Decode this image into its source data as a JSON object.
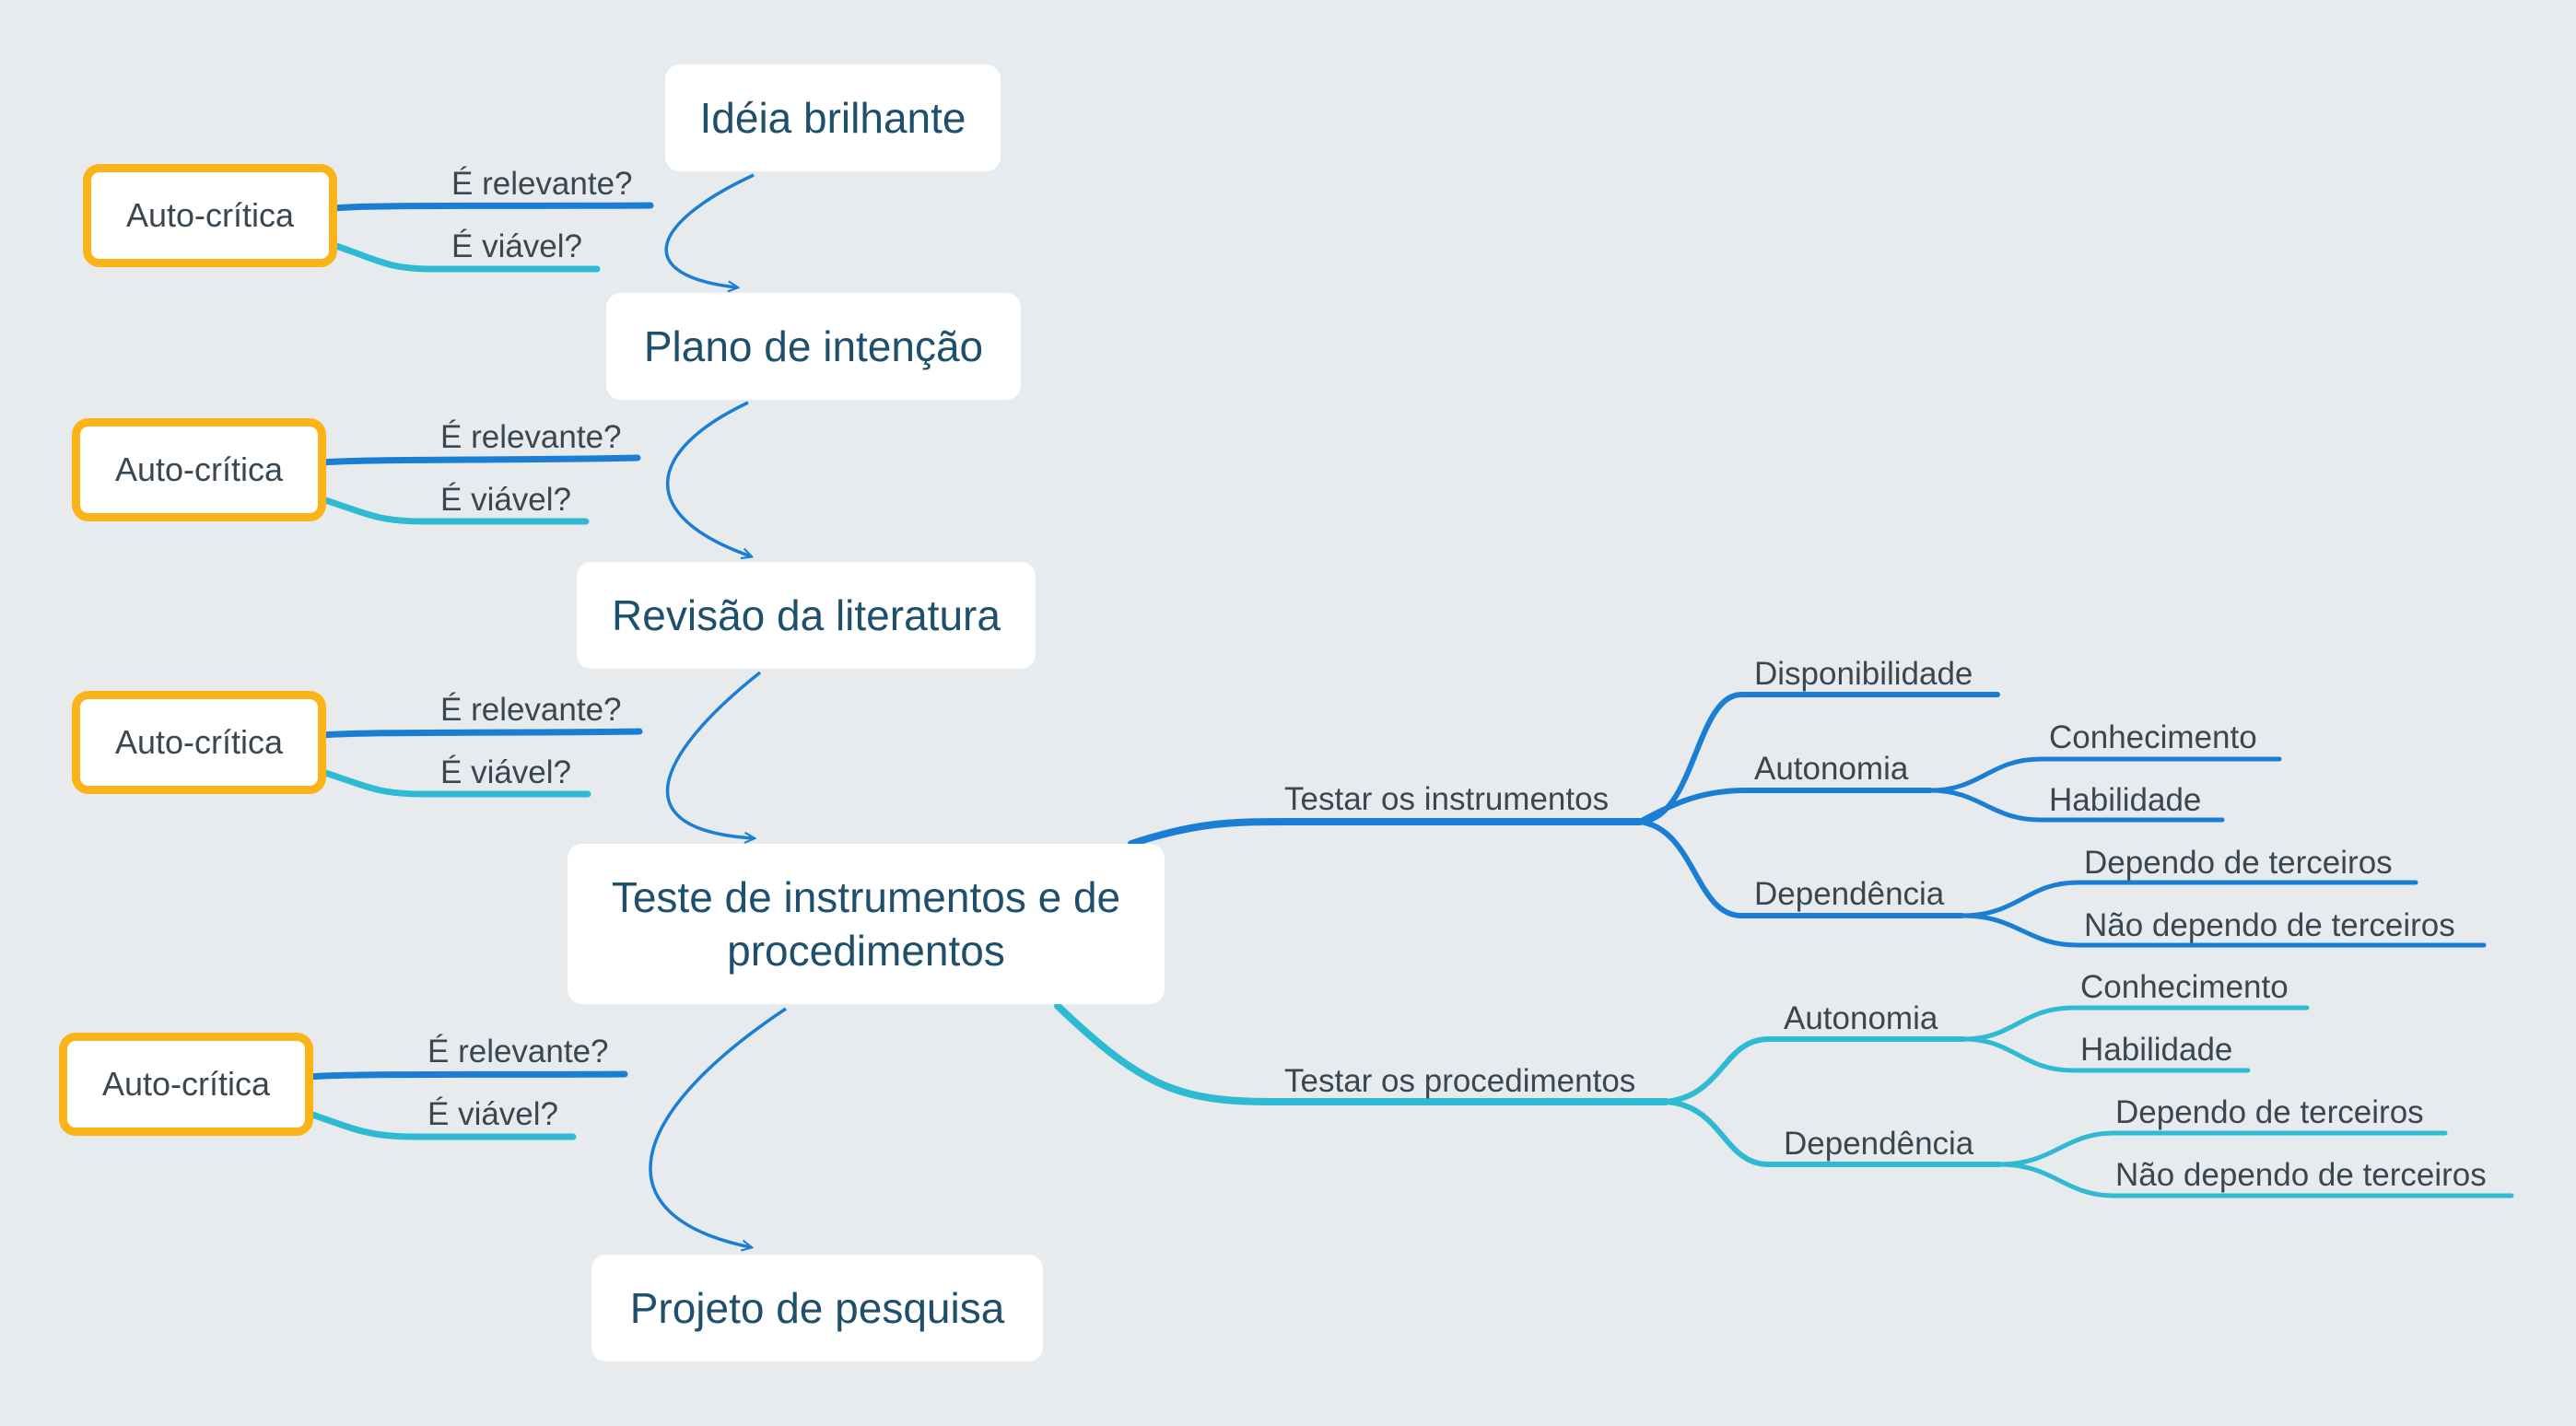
{
  "colors": {
    "background": "#e8ebee",
    "blue": "#1a7fd4",
    "teal": "#2ebad2",
    "critica_border": "#fbb417",
    "node_text": "#1e4f6b"
  },
  "main_nodes": [
    {
      "id": "ideia",
      "label": "Idéia brilhante"
    },
    {
      "id": "plano",
      "label": "Plano de intenção"
    },
    {
      "id": "revisao",
      "label": "Revisão da literatura"
    },
    {
      "id": "teste",
      "line1": "Teste de instrumentos e de",
      "line2": "procedimentos"
    },
    {
      "id": "projeto",
      "label": "Projeto de pesquisa"
    }
  ],
  "criticas": [
    {
      "label": "Auto-crítica",
      "relevante": "É relevante?",
      "viavel": "É viável?"
    },
    {
      "label": "Auto-crítica",
      "relevante": "É relevante?",
      "viavel": "É viável?"
    },
    {
      "label": "Auto-crítica",
      "relevante": "É relevante?",
      "viavel": "É viável?"
    },
    {
      "label": "Auto-crítica",
      "relevante": "É relevante?",
      "viavel": "É viável?"
    }
  ],
  "instrumentos": {
    "label": "Testar os instrumentos",
    "disponibilidade": "Disponibilidade",
    "autonomia": {
      "label": "Autonomia",
      "children": [
        "Conhecimento",
        "Habilidade"
      ]
    },
    "dependencia": {
      "label": "Dependência",
      "children": [
        "Dependo de terceiros",
        "Não dependo de terceiros"
      ]
    }
  },
  "procedimentos": {
    "label": "Testar os procedimentos",
    "autonomia": {
      "label": "Autonomia",
      "children": [
        "Conhecimento",
        "Habilidade"
      ]
    },
    "dependencia": {
      "label": "Dependência",
      "children": [
        "Dependo de terceiros",
        "Não dependo de terceiros"
      ]
    }
  }
}
